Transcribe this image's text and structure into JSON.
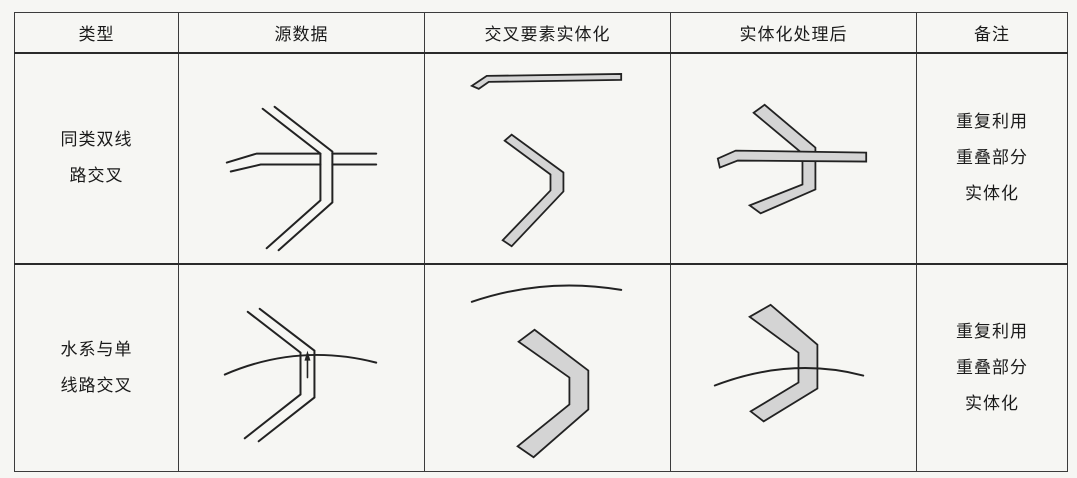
{
  "table": {
    "headers": [
      "类型",
      "源数据",
      "交叉要素实体化",
      "实体化处理后",
      "备注"
    ],
    "rows": [
      {
        "type_lines": [
          "同类双线",
          "路交叉"
        ],
        "note_lines": [
          "重复利用",
          "重叠部分",
          "实体化"
        ]
      },
      {
        "type_lines": [
          "水系与单",
          "线路交叉"
        ],
        "note_lines": [
          "重复利用",
          "重叠部分",
          "实体化"
        ]
      }
    ]
  },
  "colors": {
    "line": "#222222",
    "fill": "#d4d4d4",
    "border": "#3b3b3b",
    "background": "#f6f6f3"
  }
}
